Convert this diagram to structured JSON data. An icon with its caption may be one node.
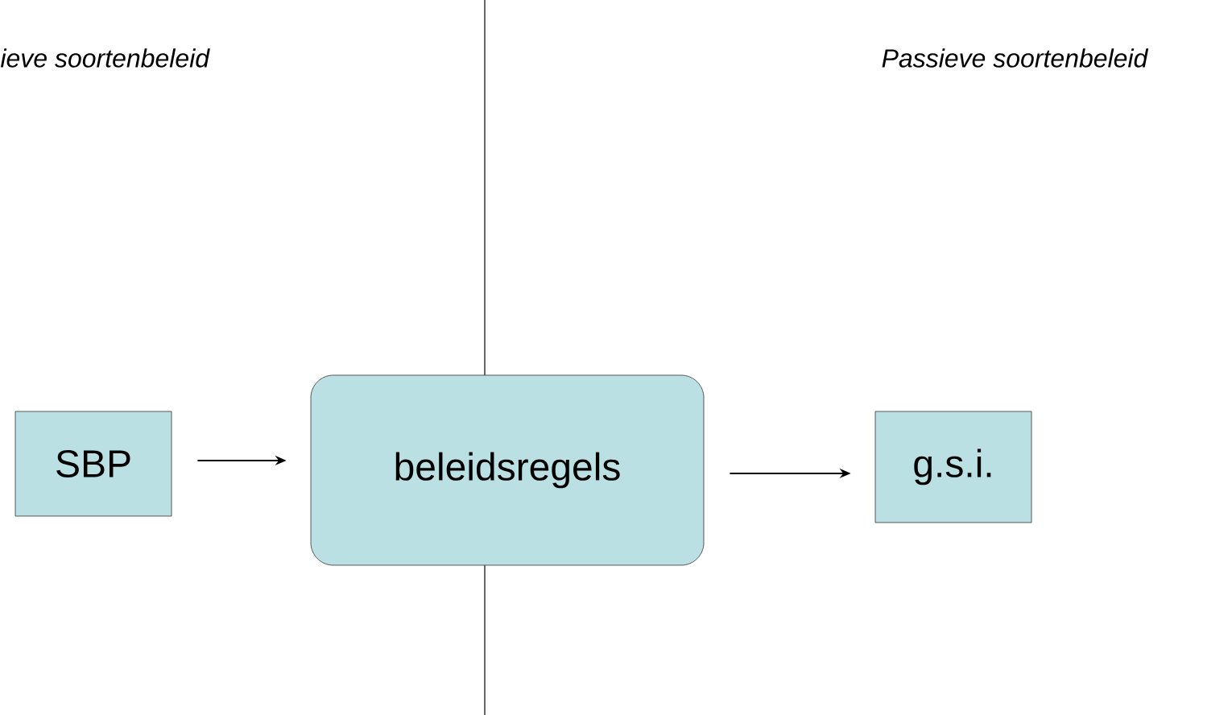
{
  "diagram": {
    "nodes": [
      {
        "text": [
          "SBP"
        ]
      },
      {
        "text": [
          "beleidsregels"
        ]
      },
      {
        "text": [
          "g.s.i."
        ]
      }
    ],
    "edges": [
      {
        "from": 0,
        "to": 1,
        "arrow": "to"
      },
      {
        "from": 1,
        "to": 2,
        "arrow": "to"
      }
    ],
    "labels": [
      "ieve soortenbeleid",
      "Passieve soortenbeleid"
    ]
  }
}
